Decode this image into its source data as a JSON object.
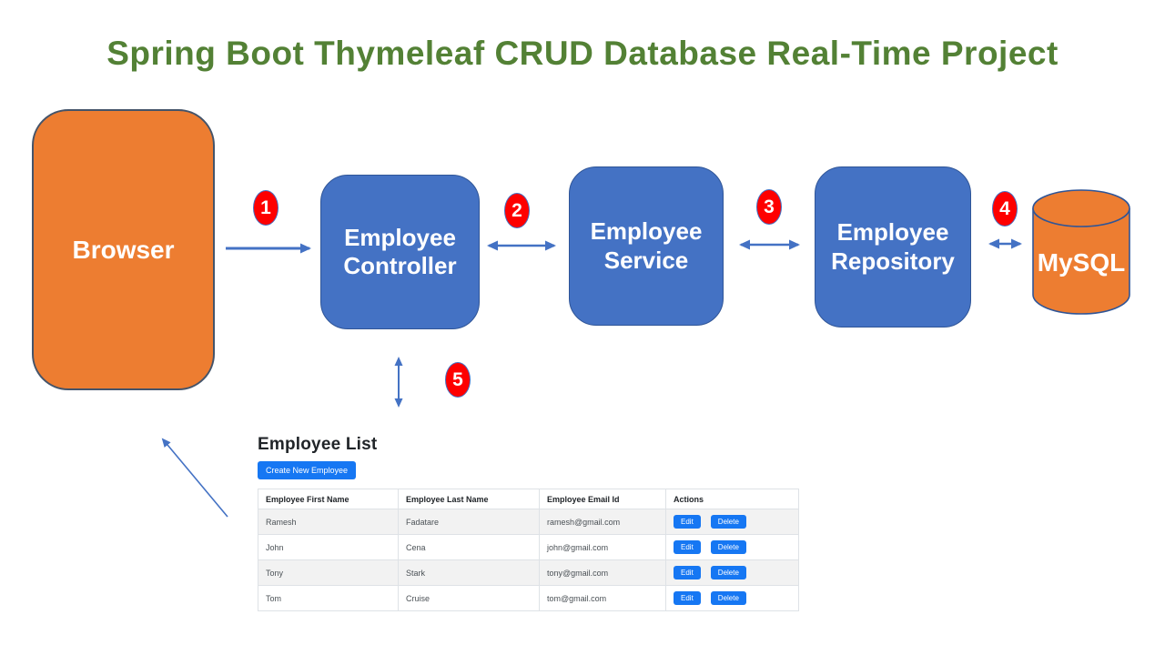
{
  "title": "Spring Boot Thymeleaf CRUD Database Real-Time Project",
  "colors": {
    "title_green": "#538135",
    "shape_orange": "#ED7D31",
    "shape_blue": "#4472C4",
    "shape_border_blue": "#2F5597",
    "step_red": "#FE0000",
    "arrow_blue": "#4472C4",
    "web_button_blue": "#1677F3"
  },
  "diagram": {
    "browser_label": "Browser",
    "controller_label": "Employee Controller",
    "service_label": "Employee Service",
    "repository_label": "Employee Repository",
    "mysql_label": "MySQL",
    "steps": [
      "1",
      "2",
      "3",
      "4",
      "5"
    ]
  },
  "webpage": {
    "heading": "Employee List",
    "create_button": "Create New Employee",
    "table": {
      "headers": [
        "Employee First Name",
        "Employee Last Name",
        "Employee Email Id",
        "Actions"
      ],
      "rows": [
        {
          "first": "Ramesh",
          "last": "Fadatare",
          "email": "ramesh@gmail.com"
        },
        {
          "first": "John",
          "last": "Cena",
          "email": "john@gmail.com"
        },
        {
          "first": "Tony",
          "last": "Stark",
          "email": "tony@gmail.com"
        },
        {
          "first": "Tom",
          "last": "Cruise",
          "email": "tom@gmail.com"
        }
      ],
      "edit_label": "Edit",
      "delete_label": "Delete"
    }
  }
}
